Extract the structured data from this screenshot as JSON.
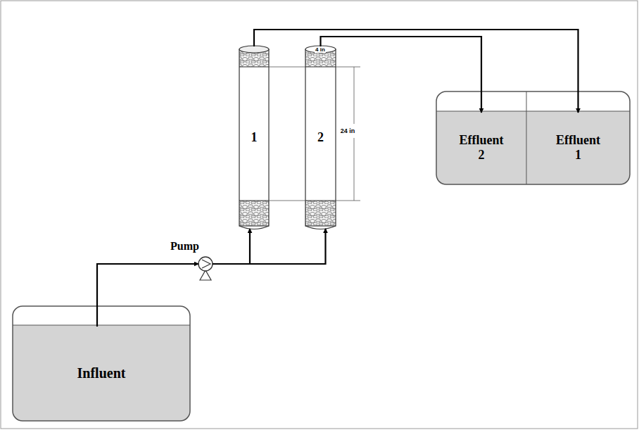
{
  "diagram": {
    "nodes": [
      {
        "text": [
          "1"
        ]
      },
      {
        "text": [
          "2"
        ]
      },
      {
        "text": [
          "Effluent 2"
        ]
      },
      {
        "text": [
          "Effluent 1"
        ]
      },
      {
        "text": [
          "Pump"
        ]
      },
      {
        "text": [
          "Influent"
        ]
      }
    ],
    "edges": [
      {
        "from": 5,
        "to": 4,
        "arrow": "to"
      },
      {
        "from": 4,
        "to": 0,
        "arrow": "to"
      },
      {
        "from": 4,
        "to": 1,
        "arrow": "to"
      },
      {
        "from": 0,
        "to": 3,
        "arrow": "to"
      },
      {
        "from": 1,
        "to": 2,
        "arrow": "to"
      }
    ],
    "labels": [
      "4 in",
      "24 in"
    ]
  }
}
